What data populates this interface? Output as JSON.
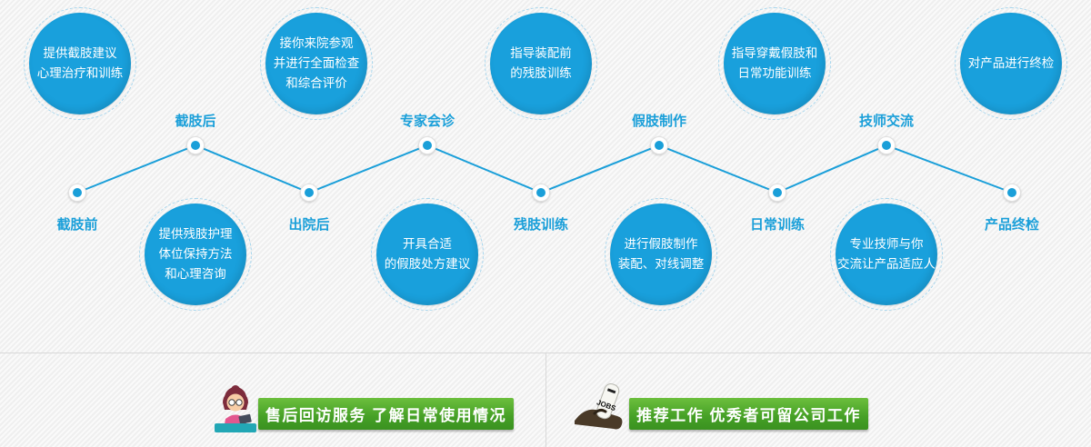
{
  "theme": {
    "accent_blue": "#1a9fd9",
    "bubble_blue": "#19a0dc",
    "banner_green": "#45a026",
    "background": "#f3f3f3"
  },
  "timeline": {
    "stages": [
      {
        "label": "截肢前",
        "bubble": "提供截肢建议\n心理治疗和训练",
        "bubble_position": "top"
      },
      {
        "label": "截肢后",
        "bubble": "提供残肢护理\n体位保持方法\n和心理咨询",
        "bubble_position": "bottom"
      },
      {
        "label": "出院后",
        "bubble": "接你来院参观\n并进行全面检查\n和综合评价",
        "bubble_position": "top"
      },
      {
        "label": "专家会诊",
        "bubble": "开具合适\n的假肢处方建议",
        "bubble_position": "bottom"
      },
      {
        "label": "残肢训练",
        "bubble": "指导装配前\n的残肢训练",
        "bubble_position": "top"
      },
      {
        "label": "假肢制作",
        "bubble": "进行假肢制作\n装配、对线调整",
        "bubble_position": "bottom"
      },
      {
        "label": "日常训练",
        "bubble": "指导穿戴假肢和\n日常功能训练",
        "bubble_position": "top"
      },
      {
        "label": "技师交流",
        "bubble": "专业技师与你\n交流让产品适应人",
        "bubble_position": "bottom"
      },
      {
        "label": "产品终检",
        "bubble": "对产品进行终检",
        "bubble_position": "top"
      }
    ]
  },
  "footer": {
    "left_banner": "售后回访服务 了解日常使用情况",
    "right_banner": "推荐工作 优秀者可留公司工作",
    "jobs_icon_text": "JOBS"
  }
}
